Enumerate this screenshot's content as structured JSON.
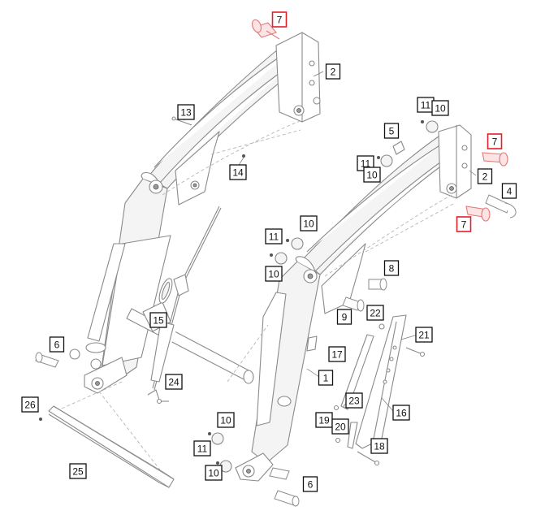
{
  "diagram": {
    "accent_color": "#e0202a",
    "callouts": [
      {
        "number": "7",
        "highlighted": true
      },
      {
        "number": "2",
        "highlighted": false
      },
      {
        "number": "13",
        "highlighted": false
      },
      {
        "number": "14",
        "highlighted": false
      },
      {
        "number": "11",
        "highlighted": false
      },
      {
        "number": "10",
        "highlighted": false
      },
      {
        "number": "5",
        "highlighted": false
      },
      {
        "number": "11",
        "highlighted": false
      },
      {
        "number": "10",
        "highlighted": false
      },
      {
        "number": "7",
        "highlighted": true
      },
      {
        "number": "2",
        "highlighted": false
      },
      {
        "number": "4",
        "highlighted": false
      },
      {
        "number": "7",
        "highlighted": true
      },
      {
        "number": "11",
        "highlighted": false
      },
      {
        "number": "10",
        "highlighted": false
      },
      {
        "number": "10",
        "highlighted": false
      },
      {
        "number": "8",
        "highlighted": false
      },
      {
        "number": "9",
        "highlighted": false
      },
      {
        "number": "22",
        "highlighted": false
      },
      {
        "number": "15",
        "highlighted": false
      },
      {
        "number": "6",
        "highlighted": false
      },
      {
        "number": "21",
        "highlighted": false
      },
      {
        "number": "17",
        "highlighted": false
      },
      {
        "number": "1",
        "highlighted": false
      },
      {
        "number": "24",
        "highlighted": false
      },
      {
        "number": "23",
        "highlighted": false
      },
      {
        "number": "16",
        "highlighted": false
      },
      {
        "number": "26",
        "highlighted": false
      },
      {
        "number": "19",
        "highlighted": false
      },
      {
        "number": "20",
        "highlighted": false
      },
      {
        "number": "10",
        "highlighted": false
      },
      {
        "number": "18",
        "highlighted": false
      },
      {
        "number": "11",
        "highlighted": false
      },
      {
        "number": "10",
        "highlighted": false
      },
      {
        "number": "6",
        "highlighted": false
      },
      {
        "number": "25",
        "highlighted": false
      }
    ]
  }
}
